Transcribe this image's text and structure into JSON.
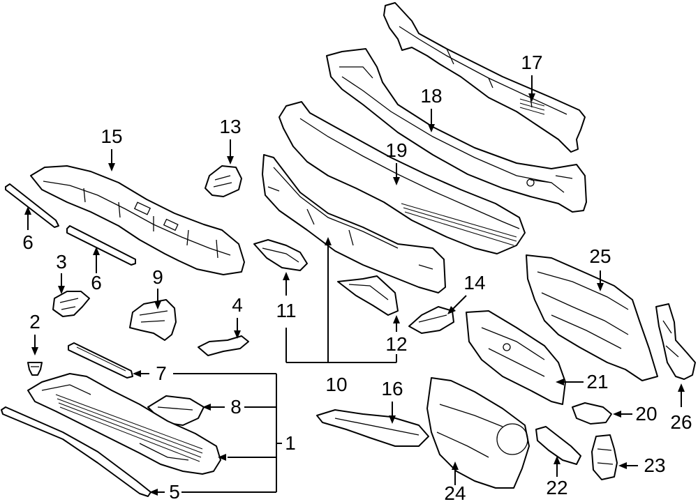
{
  "callouts": {
    "c1": "1",
    "c2": "2",
    "c3": "3",
    "c4": "4",
    "c5": "5",
    "c6a": "6",
    "c6b": "6",
    "c7": "7",
    "c8": "8",
    "c9": "9",
    "c10": "10",
    "c11": "11",
    "c12": "12",
    "c13": "13",
    "c14": "14",
    "c15": "15",
    "c16": "16",
    "c17": "17",
    "c18": "18",
    "c19": "19",
    "c20": "20",
    "c21": "21",
    "c22": "22",
    "c23": "23",
    "c24": "24",
    "c25": "25",
    "c26": "26"
  }
}
